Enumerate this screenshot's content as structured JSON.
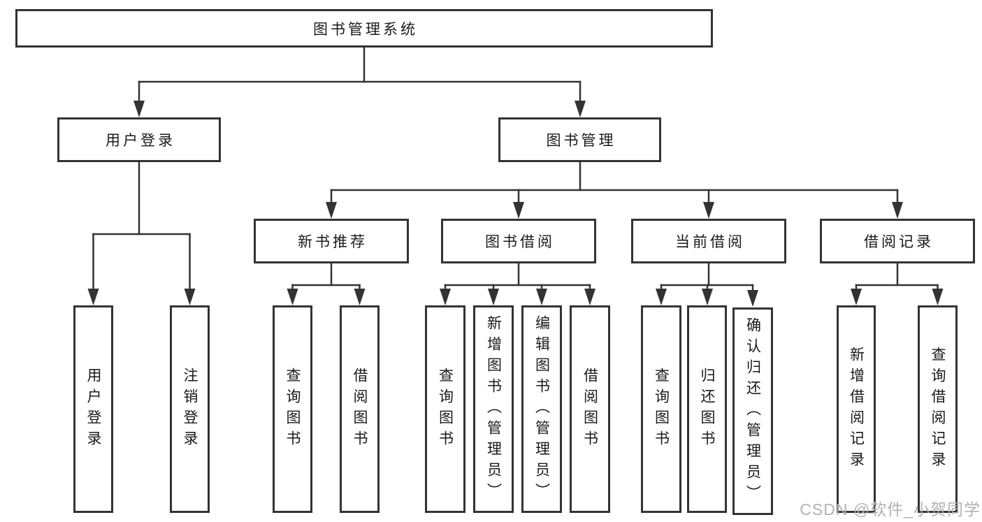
{
  "root": {
    "label": "图书管理系统"
  },
  "level2": [
    {
      "label": "用户登录"
    },
    {
      "label": "图书管理"
    }
  ],
  "level3": [
    {
      "label": "新书推荐"
    },
    {
      "label": "图书借阅"
    },
    {
      "label": "当前借阅"
    },
    {
      "label": "借阅记录"
    }
  ],
  "leaves": {
    "user_login": [
      "用户登录",
      "注销登录"
    ],
    "new_book": [
      "查询图书",
      "借阅图书"
    ],
    "book_borrow": [
      "查询图书",
      "新增图书（管理员）",
      "编辑图书（管理员）",
      "借阅图书"
    ],
    "current_borrow": [
      "查询图书",
      "归还图书",
      "确认归还（管理员）"
    ],
    "borrow_record": [
      "新增借阅记录",
      "查询借阅记录"
    ]
  },
  "watermark": "CSDN @软件_小贺同学",
  "colors": {
    "line": "#333333",
    "text": "#1a1a1a",
    "watermark": "#b2b2b2",
    "background": "#ffffff"
  }
}
